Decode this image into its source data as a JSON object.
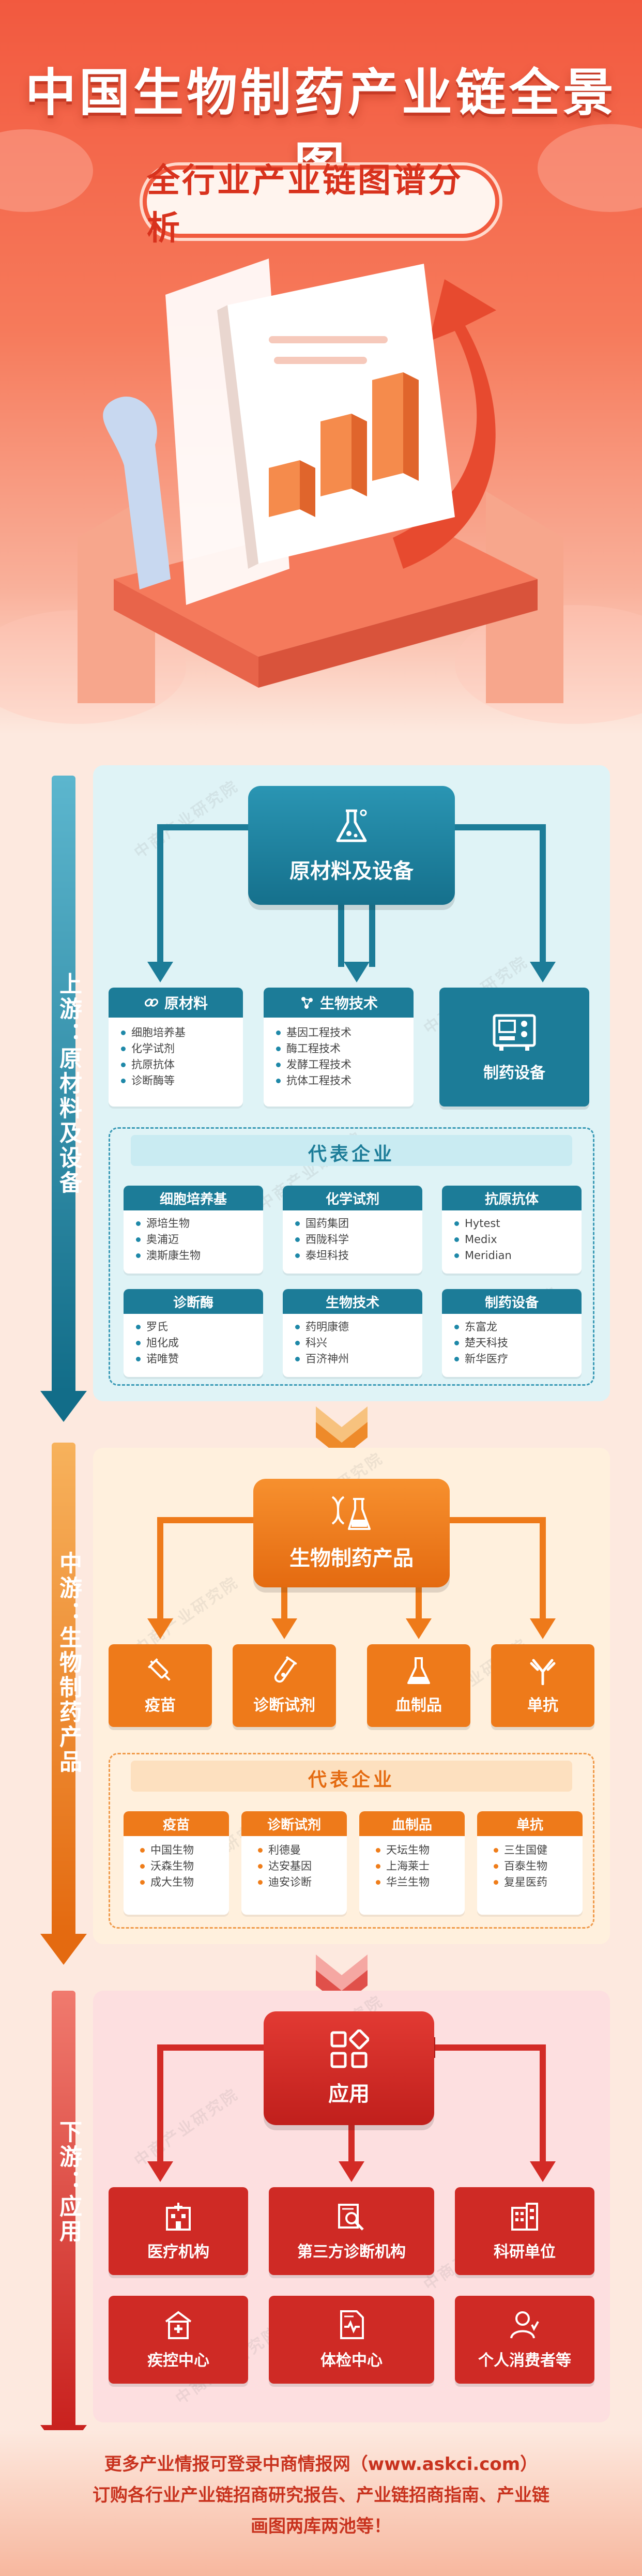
{
  "title": "中国生物制药产业链全景图",
  "subtitle": "全行业产业链图谱分析",
  "watermark": "中商产业研究院",
  "colors": {
    "upstream": "#1c7c98",
    "midstream": "#ee7a1a",
    "downstream": "#d32b26",
    "hero": "#f2593f"
  },
  "upstream": {
    "stage_label": "上游：原材料及设备",
    "hub": {
      "label": "原材料及设备",
      "icon": "flask-icon"
    },
    "categories": [
      {
        "title": "原材料",
        "icon": "link-icon",
        "items": [
          "细胞培养基",
          "化学试剂",
          "抗原抗体",
          "诊断酶等"
        ]
      },
      {
        "title": "生物技术",
        "icon": "molecule-icon",
        "items": [
          "基因工程技术",
          "酶工程技术",
          "发酵工程技术",
          "抗体工程技术"
        ]
      }
    ],
    "equipment": {
      "label": "制药设备",
      "icon": "machine-icon"
    },
    "rep_title": "代表企业",
    "companies": [
      {
        "title": "细胞培养基",
        "items": [
          "源培生物",
          "奥浦迈",
          "澳斯康生物"
        ]
      },
      {
        "title": "化学试剂",
        "items": [
          "国药集团",
          "西陇科学",
          "泰坦科技"
        ]
      },
      {
        "title": "抗原抗体",
        "items": [
          "Hytest",
          "Medix",
          "Meridian"
        ]
      },
      {
        "title": "诊断酶",
        "items": [
          "罗氏",
          "旭化成",
          "诺唯赞"
        ]
      },
      {
        "title": "生物技术",
        "items": [
          "药明康德",
          "科兴",
          "百济神州"
        ]
      },
      {
        "title": "制药设备",
        "items": [
          "东富龙",
          "楚天科技",
          "新华医疗"
        ]
      }
    ]
  },
  "midstream": {
    "stage_label": "中游：生物制药产品",
    "hub": {
      "label": "生物制药产品",
      "icon": "dna-flask-icon"
    },
    "products": [
      {
        "label": "疫苗",
        "icon": "syringe-icon"
      },
      {
        "label": "诊断试剂",
        "icon": "test-tube-icon"
      },
      {
        "label": "血制品",
        "icon": "beaker-icon"
      },
      {
        "label": "单抗",
        "icon": "antibody-icon"
      }
    ],
    "rep_title": "代表企业",
    "companies": [
      {
        "title": "疫苗",
        "items": [
          "中国生物",
          "沃森生物",
          "成大生物"
        ]
      },
      {
        "title": "诊断试剂",
        "items": [
          "利德曼",
          "达安基因",
          "迪安诊断"
        ]
      },
      {
        "title": "血制品",
        "items": [
          "天坛生物",
          "上海莱士",
          "华兰生物"
        ]
      },
      {
        "title": "单抗",
        "items": [
          "三生国健",
          "百泰生物",
          "复星医药"
        ]
      }
    ]
  },
  "downstream": {
    "stage_label": "下游：应用",
    "hub": {
      "label": "应用",
      "icon": "apps-icon"
    },
    "applications": [
      {
        "label": "医疗机构",
        "icon": "hospital-icon"
      },
      {
        "label": "第三方诊断机构",
        "icon": "lab-search-icon"
      },
      {
        "label": "科研单位",
        "icon": "building-icon"
      },
      {
        "label": "疾控中心",
        "icon": "cdc-icon"
      },
      {
        "label": "体检中心",
        "icon": "report-icon"
      },
      {
        "label": "个人消费者等",
        "icon": "person-icon"
      }
    ]
  },
  "footer": {
    "line1": "更多产业情报可登录中商情报网（www.askci.com）",
    "line2": "订购各行业产业链招商研究报告、产业链招商指南、产业链",
    "line3": "画图两库两池等！"
  }
}
